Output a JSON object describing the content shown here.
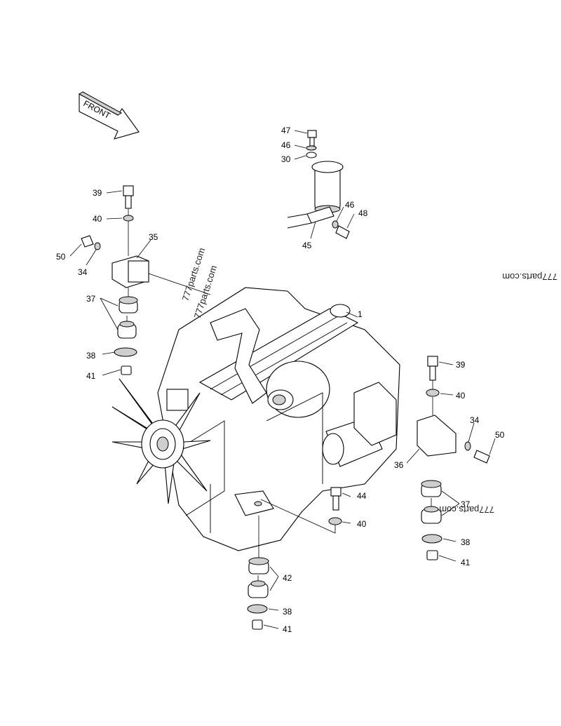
{
  "front_arrow": {
    "label": "FRONT"
  },
  "watermarks": [
    "777parts.com",
    "777parts.com",
    "777parts.com",
    "777parts.com"
  ],
  "callouts": [
    "47",
    "46",
    "30",
    "46",
    "48",
    "45",
    "39",
    "40",
    "35",
    "50",
    "34",
    "37",
    "38",
    "41",
    "1",
    "39",
    "40",
    "34",
    "50",
    "36",
    "37",
    "38",
    "41",
    "44",
    "40",
    "42",
    "38",
    "41"
  ],
  "icons": {
    "front": "front-arrow-icon",
    "engine": "engine-block-icon",
    "fan": "cooling-fan-icon",
    "bolt": "bolt-icon",
    "washer": "washer-icon",
    "nut": "nut-icon",
    "mount": "rubber-mount-icon",
    "bracket": "bracket-icon",
    "filter": "fuel-filter-icon"
  }
}
